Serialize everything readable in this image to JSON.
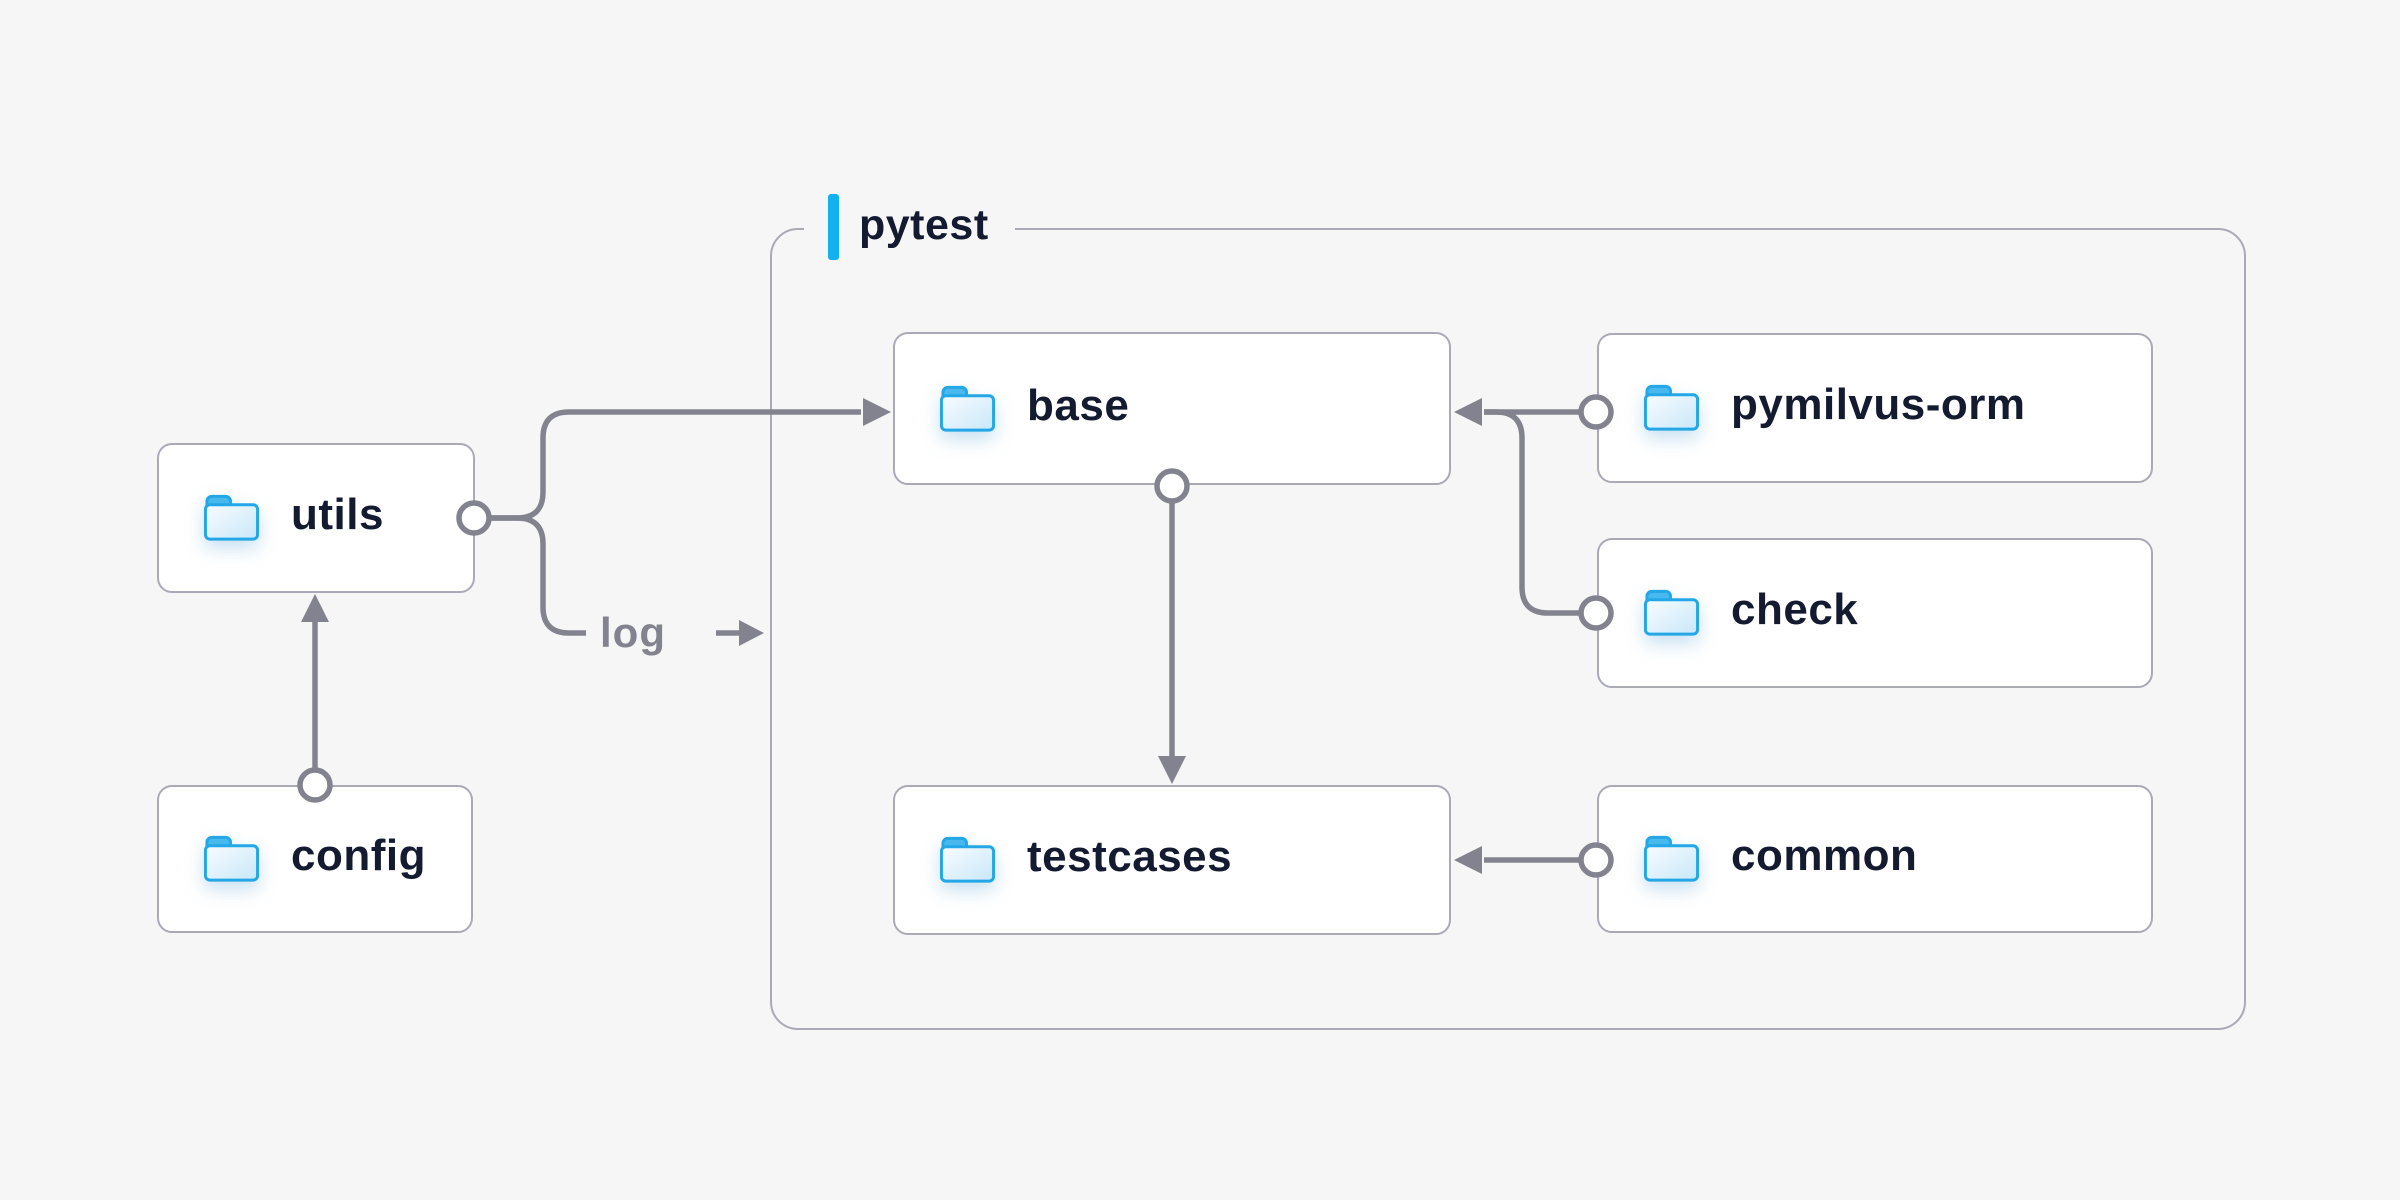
{
  "diagram": {
    "container": {
      "label": "pytest"
    },
    "nodes": [
      {
        "id": "utils",
        "label": "utils"
      },
      {
        "id": "config",
        "label": "config"
      },
      {
        "id": "base",
        "label": "base"
      },
      {
        "id": "testcases",
        "label": "testcases"
      },
      {
        "id": "pymilvus-orm",
        "label": "pymilvus-orm"
      },
      {
        "id": "check",
        "label": "check"
      },
      {
        "id": "common",
        "label": "common"
      }
    ],
    "edge_label": "log",
    "edges": [
      {
        "from": "config",
        "to": "utils"
      },
      {
        "from": "utils",
        "to": "base"
      },
      {
        "from": "utils",
        "to": "log"
      },
      {
        "from": "base",
        "to": "testcases"
      },
      {
        "from": "pymilvus-orm",
        "to": "base"
      },
      {
        "from": "check",
        "to": "base"
      },
      {
        "from": "common",
        "to": "testcases"
      }
    ],
    "colors": {
      "background": "#f6f6f7",
      "node_background": "#ffffff",
      "border": "#a9aab6",
      "connector": "#82838e",
      "text": "#141b31",
      "accent_blue": "#12b2f0",
      "folder_stroke": "#23a7e6",
      "folder_tab": "#49b8ec",
      "folder_fill_top": "#f4faff",
      "folder_fill_bottom": "#cce8f9"
    }
  }
}
